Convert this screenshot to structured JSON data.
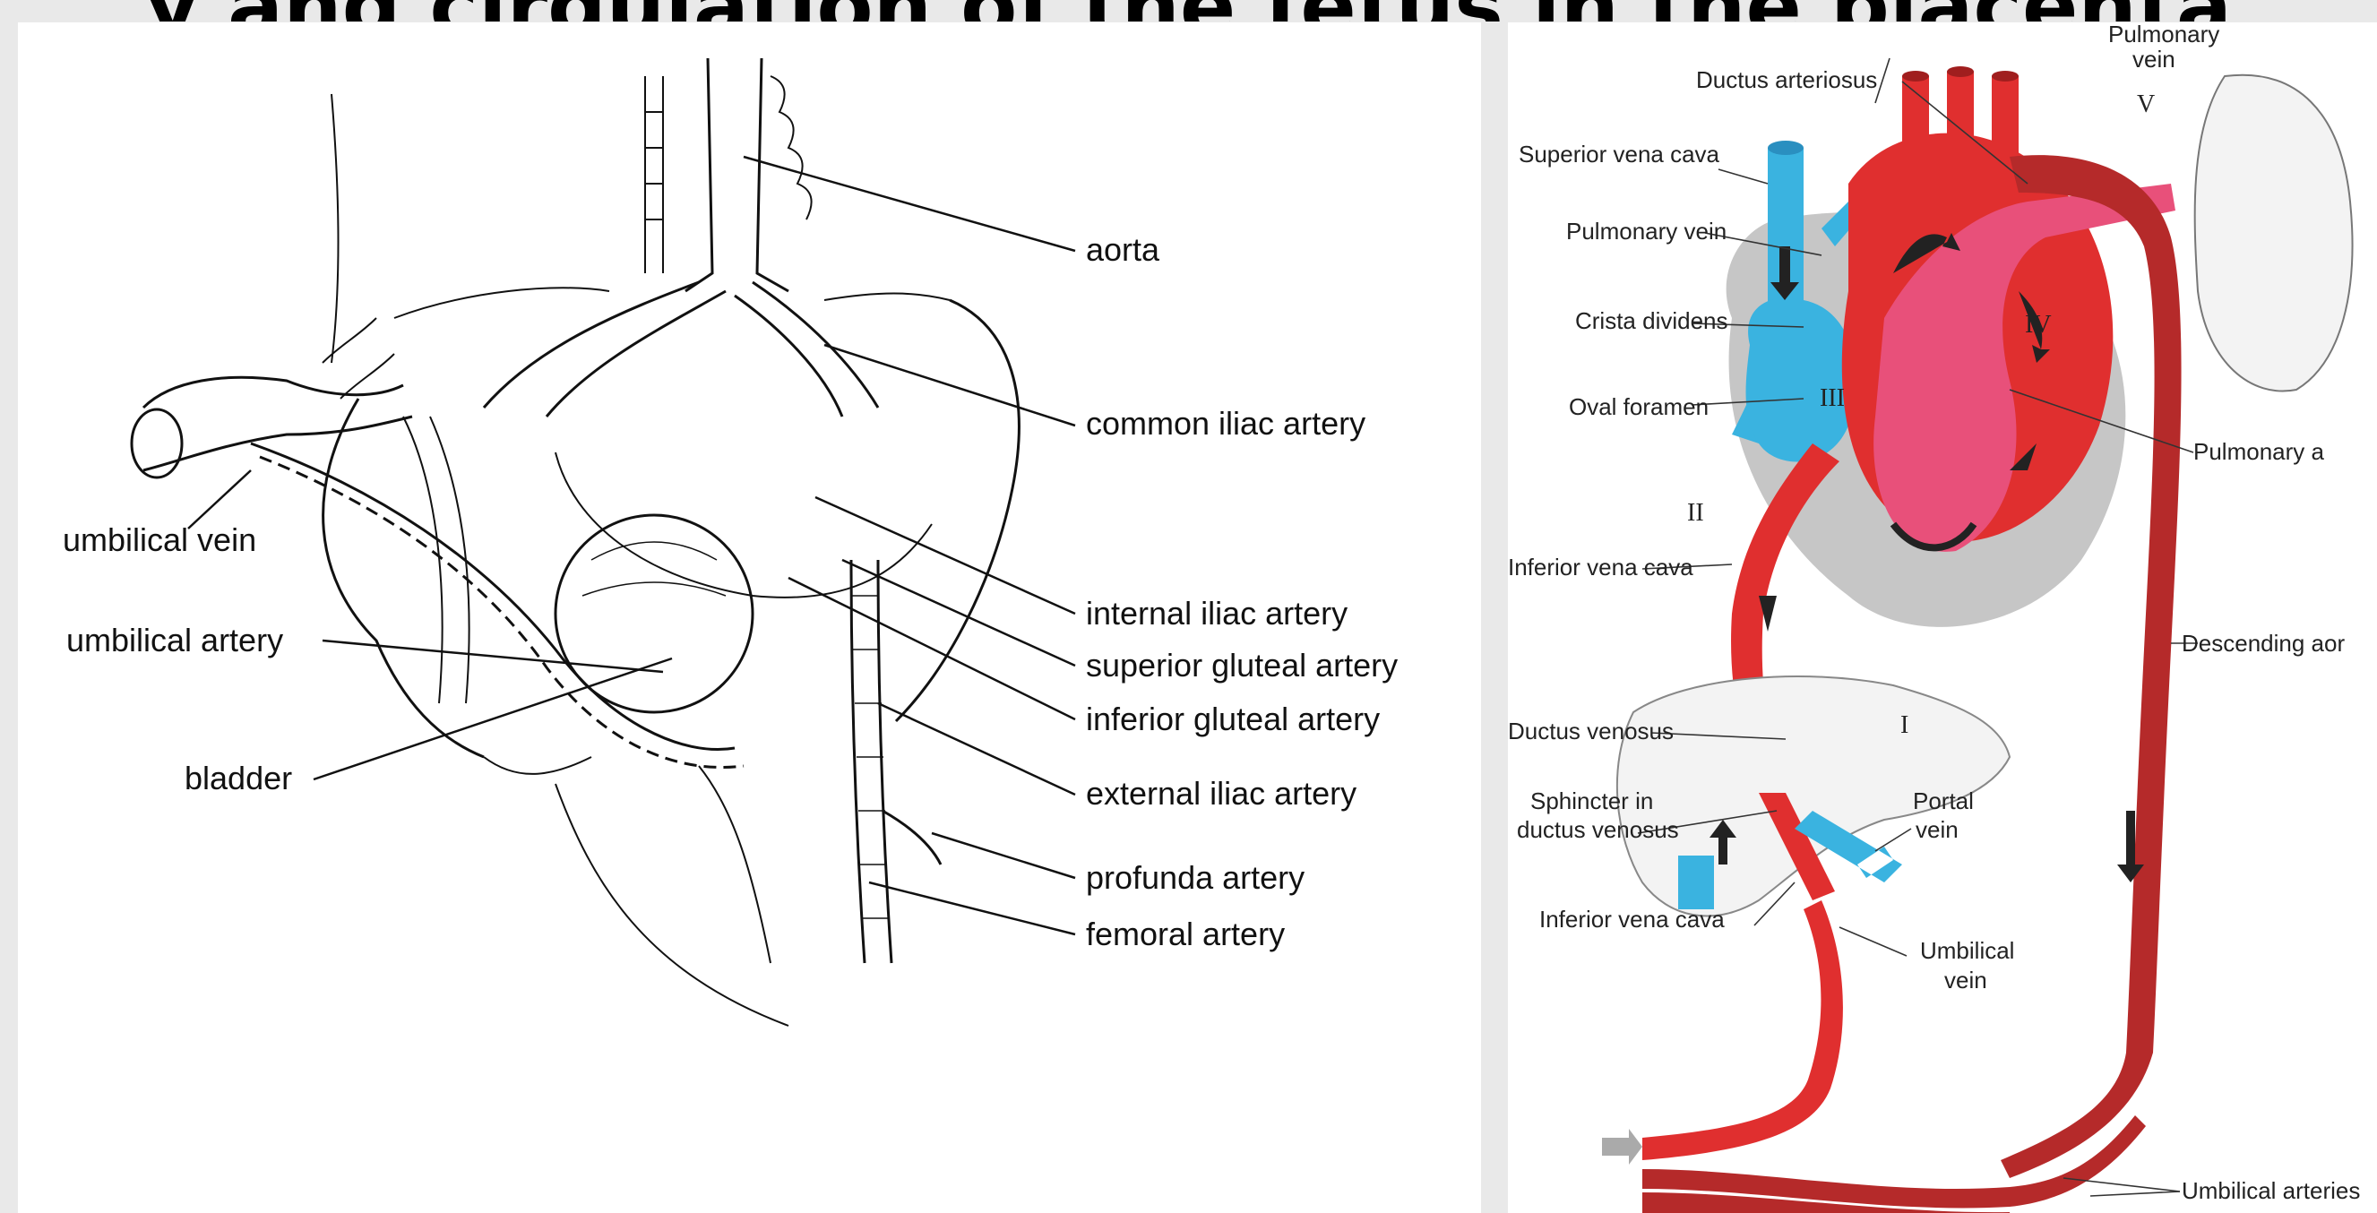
{
  "page": {
    "heading": "y and cirgulation of the fetus in the placenta"
  },
  "left_diagram": {
    "labels": {
      "aorta": "aorta",
      "common_iliac_artery": "common iliac artery",
      "umbilical_vein": "umbilical vein",
      "internal_iliac_artery": "internal iliac artery",
      "umbilical_artery": "umbilical artery",
      "superior_gluteal_artery": "superior gluteal artery",
      "inferior_gluteal_artery": "inferior gluteal artery",
      "bladder": "bladder",
      "external_iliac_artery": "external iliac artery",
      "profunda_artery": "profunda artery",
      "femoral_artery": "femoral artery"
    }
  },
  "right_diagram": {
    "labels": {
      "pulmonary_vein_top_1": "Pulmonary",
      "pulmonary_vein_top_2": "vein",
      "ductus_arteriosus": "Ductus arteriosus",
      "superior_vena_cava": "Superior vena cava",
      "pulmonary_vein": "Pulmonary vein",
      "crista_dividens": "Crista dividens",
      "oval_foramen": "Oval foramen",
      "pulmonary_artery": "Pulmonary a",
      "inferior_vena_cava_upper": "Inferior vena cava",
      "descending_aorta": "Descending aor",
      "ductus_venosus": "Ductus venosus",
      "sphincter_1": "Sphincter in",
      "sphincter_2": "ductus venosus",
      "portal_vein_1": "Portal",
      "portal_vein_2": "vein",
      "inferior_vena_cava_lower": "Inferior vena cava",
      "umbilical_vein_1": "Umbilical",
      "umbilical_vein_2": "vein",
      "umbilical_arteries": "Umbilical arteries"
    },
    "roman_numerals": {
      "i": "I",
      "ii": "II",
      "iii": "III",
      "iv": "IV",
      "v": "V"
    },
    "colors": {
      "oxygenated": "#e02f2f",
      "deoxygenated": "#3ab3e0",
      "mixed": "#e8507a",
      "aorta_dark": "#b52a2a",
      "pericardium": "#c6c6c6",
      "arrow": "#222222"
    }
  }
}
